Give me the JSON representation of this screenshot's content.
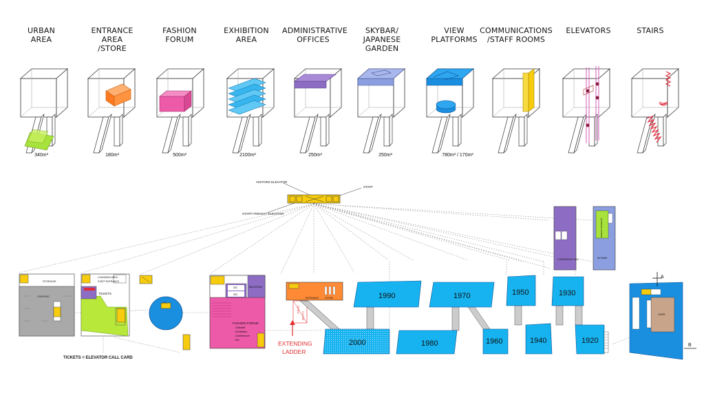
{
  "categories": [
    {
      "name": "URBAN\nAREA",
      "area": "340m²",
      "color": "#a8e23c"
    },
    {
      "name": "ENTRANCE\nAREA\n/STORE",
      "area": "180m²",
      "color": "#ff8a35"
    },
    {
      "name": "FASHION\nFORUM",
      "area": "500m²",
      "color": "#ec5aa8"
    },
    {
      "name": "EXHIBITION\nAREA",
      "area": "2100m²",
      "color": "#36b5ee"
    },
    {
      "name": "ADMINISTRATIVE\nOFFICES",
      "area": "250m²",
      "color": "#8d6dc4"
    },
    {
      "name": "SKYBAR/\nJAPANESE\nGARDEN",
      "area": "250m²",
      "color": "#8b9ee0"
    },
    {
      "name": "VIEW\nPLATFORMS",
      "area": "780m² / 170m²",
      "color": "#1a8fe0"
    },
    {
      "name": "COMMUNICATIONS\n/STAFF ROOMS",
      "area": "",
      "color": "#f7cc0e"
    },
    {
      "name": "ELEVATORS",
      "area": "",
      "color": "#d05ab8"
    },
    {
      "name": "STAIRS",
      "area": "",
      "color": "#e02b3c"
    }
  ],
  "core_labels": {
    "visitors_elevator": "VISITORS ELEVATOR",
    "staff": "STAFF",
    "staff_freight_elevator": "STAFF/ FREIGHT ELEVATOR"
  },
  "plan_labels": {
    "storage": "STORAGE",
    "parking": "PARKING",
    "lounge_area": "LOUNGING AREA",
    "staff_entrance": "STAFF ENTRANCE",
    "tickets": "TICKETS",
    "tickets_note": "TICKETS = ELEVATOR CALL CARD",
    "wc1": "WC",
    "wc2": "WC",
    "backstage": "BACKSTAGE",
    "fashion_forum": "FASHION FORUM",
    "forum_sub": [
      "Catwalk",
      "Exhibition",
      "Conference",
      "Etc."
    ],
    "entrance": "ENTRANCE",
    "store": "STORE",
    "open": "OPEN",
    "close": "CLOSE",
    "extending_ladder_1": "EXTENDING",
    "extending_ladder_2": "LADDER",
    "conference_hall": "CONFERENCE HALL",
    "japanese_garden": "JAPANESE GARDEN",
    "skybar": "SKYBAR",
    "cafe": "CAFE",
    "section_a": "A",
    "section_b": "B"
  },
  "decades": {
    "d2000": "2000",
    "d1990": "1990",
    "d1980": "1980",
    "d1970": "1970",
    "d1960": "1960",
    "d1950": "1950",
    "d1940": "1940",
    "d1930": "1930",
    "d1920": "1920"
  },
  "colors": {
    "exhibition_blue": "#16b3f0",
    "pink": "#ec5aa8",
    "orange": "#ff8a35",
    "yellow": "#f7cc0e",
    "lime": "#b8e83a",
    "gray": "#a9a9a9",
    "purple": "#8d6dc4",
    "red": "#e02b2b"
  }
}
